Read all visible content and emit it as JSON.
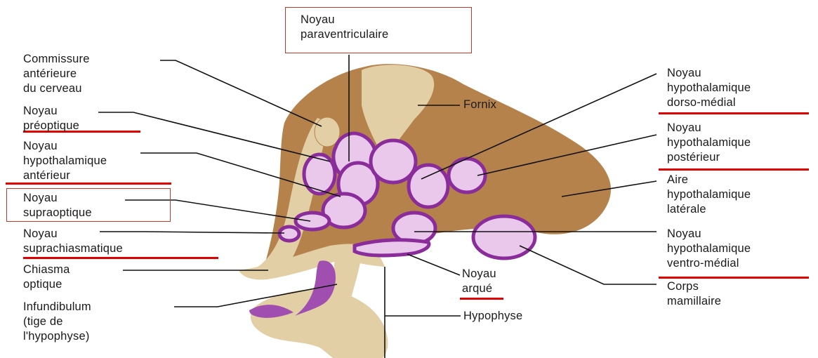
{
  "labels": {
    "paraventriculaire": [
      "Noyau",
      "paraventriculaire"
    ],
    "commissure": [
      "Commissure",
      "antérieure",
      "du cerveau"
    ],
    "preoptique": [
      "Noyau",
      "préoptique"
    ],
    "hypothalamique_anterieur": [
      "Noyau",
      "hypothalamique",
      "antérieur"
    ],
    "supraoptique": [
      "Noyau",
      "supraoptique"
    ],
    "suprachiasmatique": [
      "Noyau",
      "suprachiasmatique"
    ],
    "chiasma": [
      "Chiasma",
      "optique"
    ],
    "infundibulum": [
      "Infundibulum",
      "(tige de",
      "l'hypophyse)"
    ],
    "fornix": [
      "Fornix"
    ],
    "arque": [
      "Noyau",
      "arqué"
    ],
    "hypophyse": [
      "Hypophyse"
    ],
    "dorso_medial": [
      "Noyau",
      "hypothalamique",
      "dorso-médial"
    ],
    "posterieur": [
      "Noyau",
      "hypothalamique",
      "postérieur"
    ],
    "laterale": [
      "Aire",
      "hypothalamique",
      "latérale"
    ],
    "ventro_medial": [
      "Noyau",
      "hypothalamique",
      "ventro-médial"
    ],
    "mamillaire": [
      "Corps",
      "mamillaire"
    ]
  },
  "colors": {
    "tissue": "#b5824c",
    "tissue_light": "#e2cfa6",
    "nucleus_fill": "#e9c8ec",
    "nucleus_edge": "#8a2d9a",
    "highlight": "#e00000"
  }
}
